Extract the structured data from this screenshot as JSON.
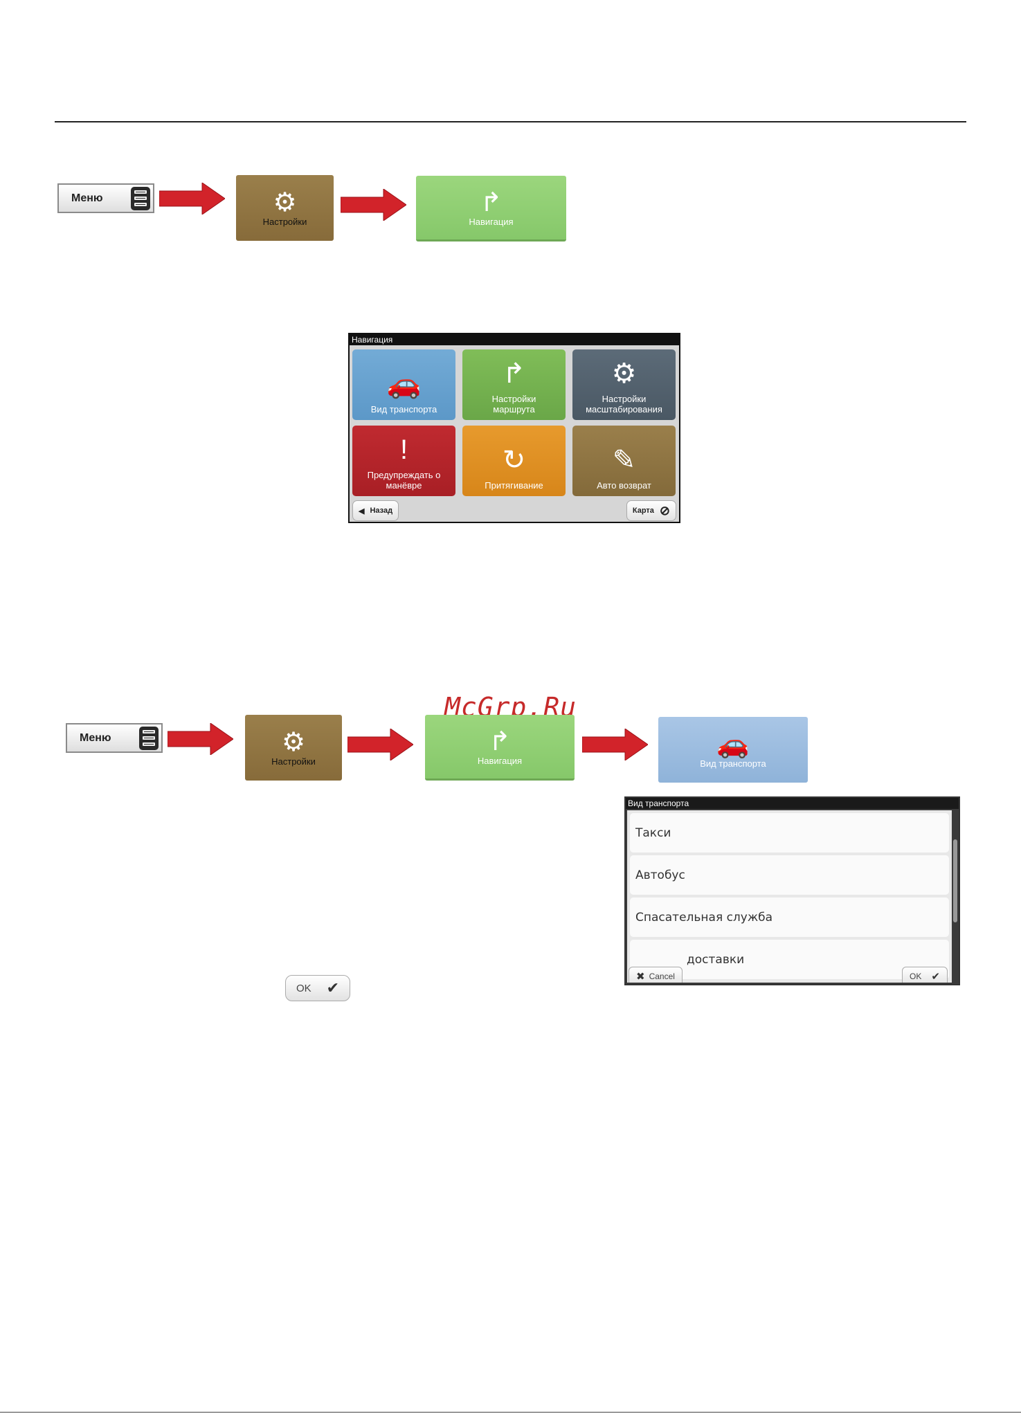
{
  "colors": {
    "arrow_red": "#d2232a",
    "settings_tile": "#8f7542",
    "navigation_tile": "#92d074",
    "transport_tile": "#9ebde0",
    "watermark": "#c62a2a"
  },
  "flow1": {
    "menu_label": "Меню",
    "settings_label": "Настройки",
    "navigation_label": "Навигация"
  },
  "nav_window": {
    "title": "Навигация",
    "tiles": [
      {
        "label": "Вид транспорта",
        "icon": "car-icon"
      },
      {
        "label": "Настройки маршрута",
        "icon": "route-settings-icon"
      },
      {
        "label": "Настройки масштабирования",
        "icon": "zoom-settings-icon"
      },
      {
        "label": "Предупреждать о манёвре",
        "icon": "maneuver-warning-icon"
      },
      {
        "label": "Притягивание",
        "icon": "snap-icon"
      },
      {
        "label": "Авто возврат",
        "icon": "auto-return-icon"
      }
    ],
    "back_label": "Назад",
    "map_label": "Карта"
  },
  "watermark": "McGrp.Ru",
  "flow2": {
    "menu_label": "Меню",
    "settings_label": "Настройки",
    "navigation_label": "Навигация",
    "transport_label": "Вид транспорта"
  },
  "ok_button": {
    "label": "OK"
  },
  "transport_window": {
    "title": "Вид транспорта",
    "items": [
      "Такси",
      "Автобус",
      "Спасательная служба",
      "доставки"
    ],
    "cancel_label": "Cancel",
    "ok_label": "OK"
  }
}
